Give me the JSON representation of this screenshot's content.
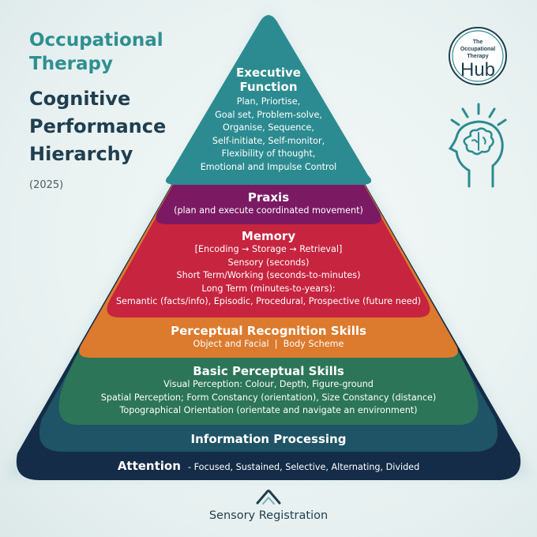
{
  "header": {
    "title_line1": "Occupational",
    "title_line2": "Therapy",
    "title_main1": "Cognitive",
    "title_main2": "Performance",
    "title_main3": "Hierarchy",
    "year": "(2025)"
  },
  "logo": {
    "line1": "The",
    "line2": "Occupational",
    "line3": "Therapy",
    "word": "Hub",
    "icon": "the-ot-hub-logo"
  },
  "head_icon": "brain-head-icon",
  "layers": {
    "executive": {
      "title1": "Executive",
      "title2": "Function",
      "lines": [
        "Plan, Priortise,",
        "Goal set, Problem-solve,",
        "Organise, Sequence,",
        "Self-initiate, Self-monitor,",
        "Flexibility of thought,",
        "Emotional and Impulse Control"
      ],
      "color": "#2c8b90"
    },
    "praxis": {
      "title": "Praxis",
      "lines": [
        "(plan and execute coordinated movement)"
      ],
      "color": "#7b1a63"
    },
    "memory": {
      "title": "Memory",
      "lines": [
        "[Encoding → Storage → Retrieval]",
        "Sensory (seconds)",
        "Short Term/Working (seconds-to-minutes)",
        "Long Term (minutes-to-years):",
        "Semantic (facts/info), Episodic, Procedural, Prospective (future need)"
      ],
      "color": "#c7243f"
    },
    "perceptual_recognition": {
      "title": "Perceptual Recognition Skills",
      "lines": [
        "Object and Facial  |  Body Scheme"
      ],
      "color": "#dc7a2d"
    },
    "basic_perceptual": {
      "title": "Basic Perceptual Skills",
      "lines": [
        "Visual Perception: Colour, Depth, Figure-ground",
        "Spatial Perception; Form Constancy (orientation), Size Constancy (distance)",
        "Topographical Orientation (orientate and navigate an environment)"
      ],
      "color": "#2c7558"
    },
    "information_processing": {
      "title": "Information Processing",
      "color": "#1f5366"
    },
    "attention": {
      "title": "Attention",
      "subtitle": "- Focused, Sustained, Selective, Alternating, Divided",
      "color": "#142c47"
    }
  },
  "footer": {
    "icon": "chevron-up-icon",
    "label": "Sensory Registration"
  }
}
